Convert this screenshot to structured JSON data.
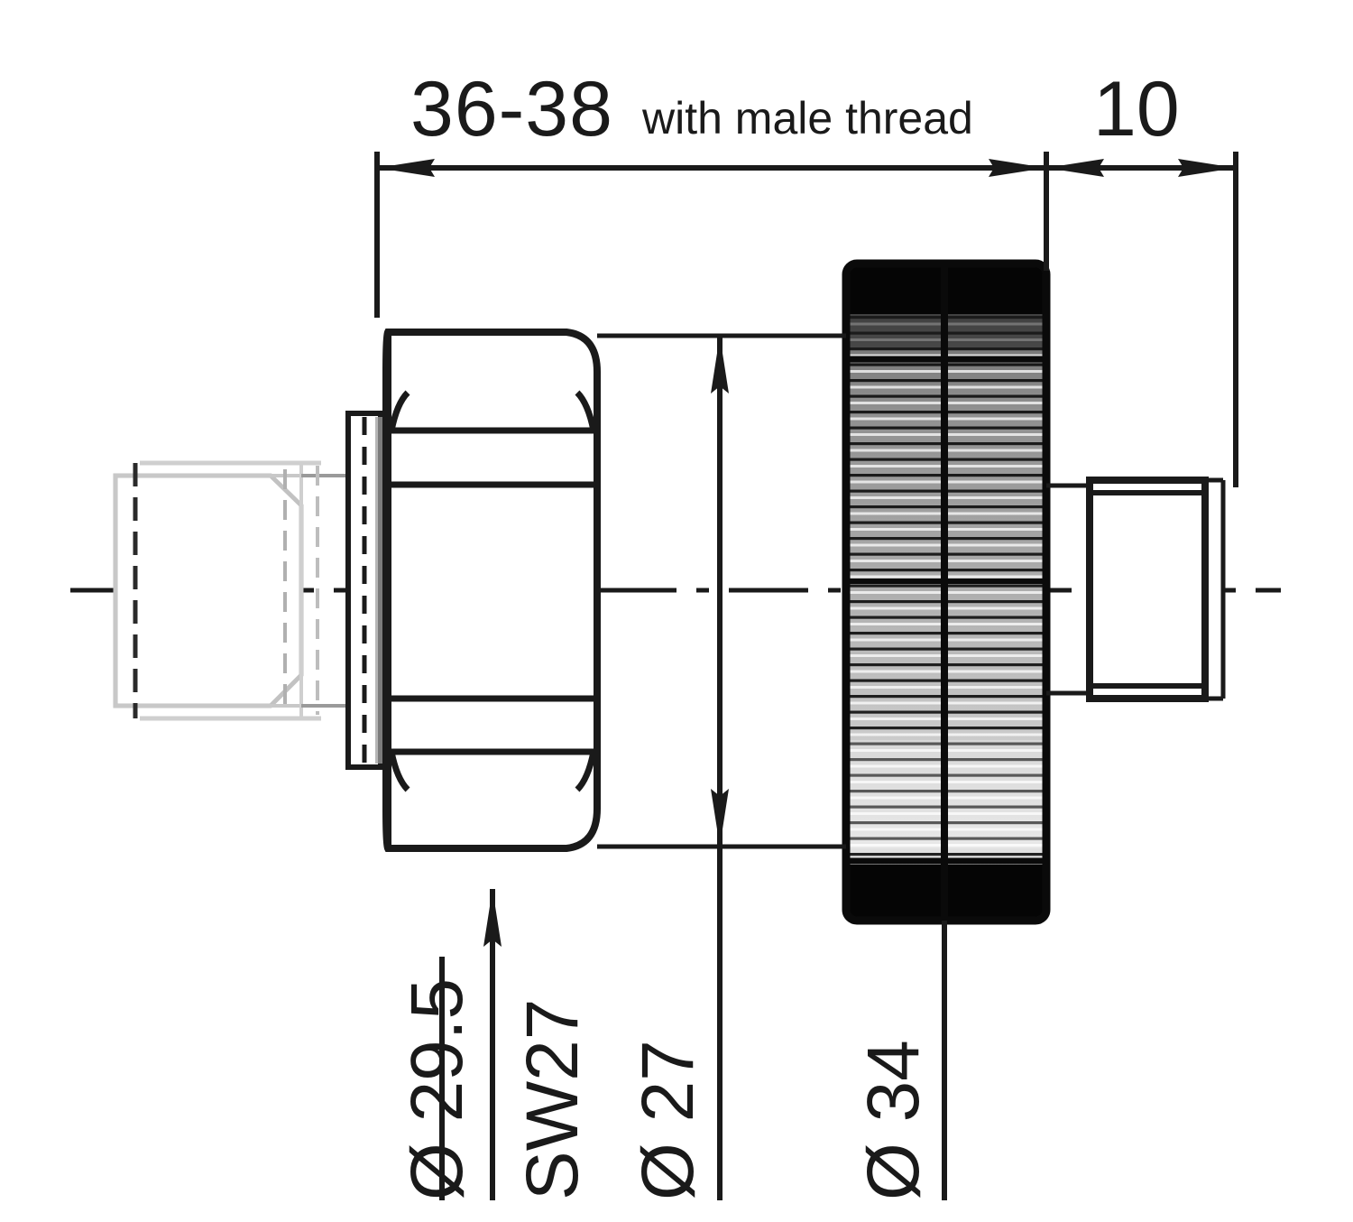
{
  "drawing": {
    "type": "engineering-dimension-drawing",
    "subject": "Threaded connector / plug assembly with hex nut and knurled coupling nut",
    "background_color": "#ffffff",
    "line_color": "#1a1a1a",
    "ghost_color": "#b4b4b4",
    "knurl_dark_color": "#050505",
    "knurl_mid_color": "#8c8c8c",
    "knurl_light_color": "#e8e8e8"
  },
  "dimensions": {
    "overall_length": {
      "label": "36-38",
      "note": "with male thread",
      "name": "length-36-38-with-male-thread"
    },
    "nut_length": {
      "label": "10",
      "name": "length-10"
    },
    "thread_diameter": {
      "label": "Ø 29.5",
      "name": "diameter-29-5"
    },
    "wrench_size": {
      "label": "SW27",
      "name": "wrench-size-27"
    },
    "body_diameter": {
      "label": "Ø 27",
      "name": "diameter-27"
    },
    "knurled_nut_diameter": {
      "label": "Ø 34",
      "name": "diameter-34"
    }
  },
  "parts": {
    "ghost_stub": "phantom-male-pin",
    "flange": "collar-flange",
    "hex_nut": "hexagon-nut-sw27",
    "knurled_nut": "knurled-coupling-nut",
    "end_stub": "right-end-cylinder",
    "center_line": "axis-centerline"
  }
}
